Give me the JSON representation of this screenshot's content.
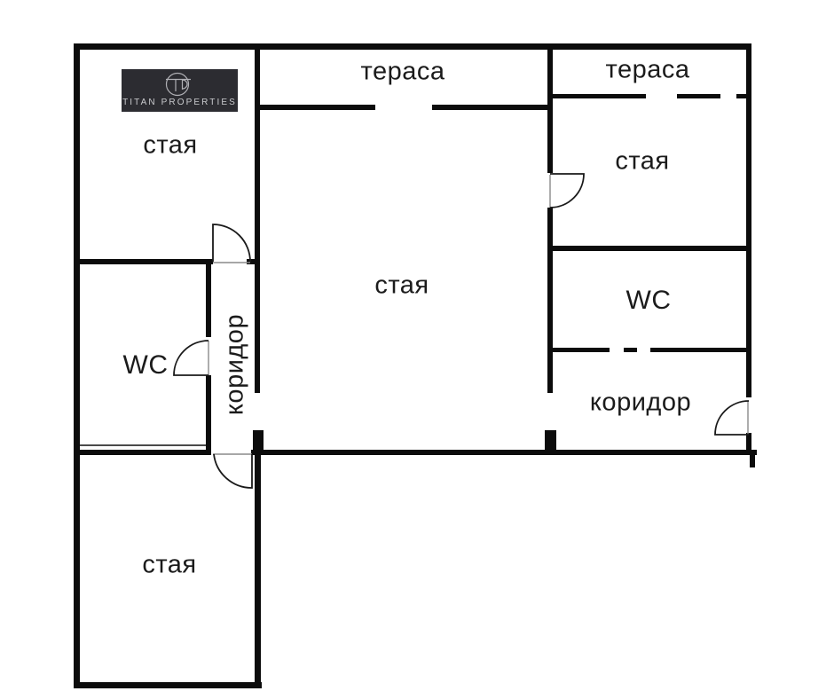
{
  "plan": {
    "background": "#ffffff",
    "wall_color": "#0c0c0c",
    "label_color": "#1b1b1b",
    "rooms": [
      {
        "id": "room-top-left",
        "label": "стая"
      },
      {
        "id": "terrace-middle",
        "label": "тераса"
      },
      {
        "id": "terrace-right",
        "label": "тераса"
      },
      {
        "id": "room-top-right",
        "label": "стая"
      },
      {
        "id": "room-living",
        "label": "стая"
      },
      {
        "id": "wc-right",
        "label": "WC"
      },
      {
        "id": "corridor-right",
        "label": "коридор"
      },
      {
        "id": "wc-left",
        "label": "WC"
      },
      {
        "id": "corridor-left",
        "label": "коридор"
      },
      {
        "id": "room-bottom",
        "label": "стая"
      }
    ],
    "logo": {
      "name": "TITAN PROPERTIES",
      "monogram": "TP",
      "bg_color": "#2c2c31",
      "text_color": "#c9cacd"
    }
  }
}
